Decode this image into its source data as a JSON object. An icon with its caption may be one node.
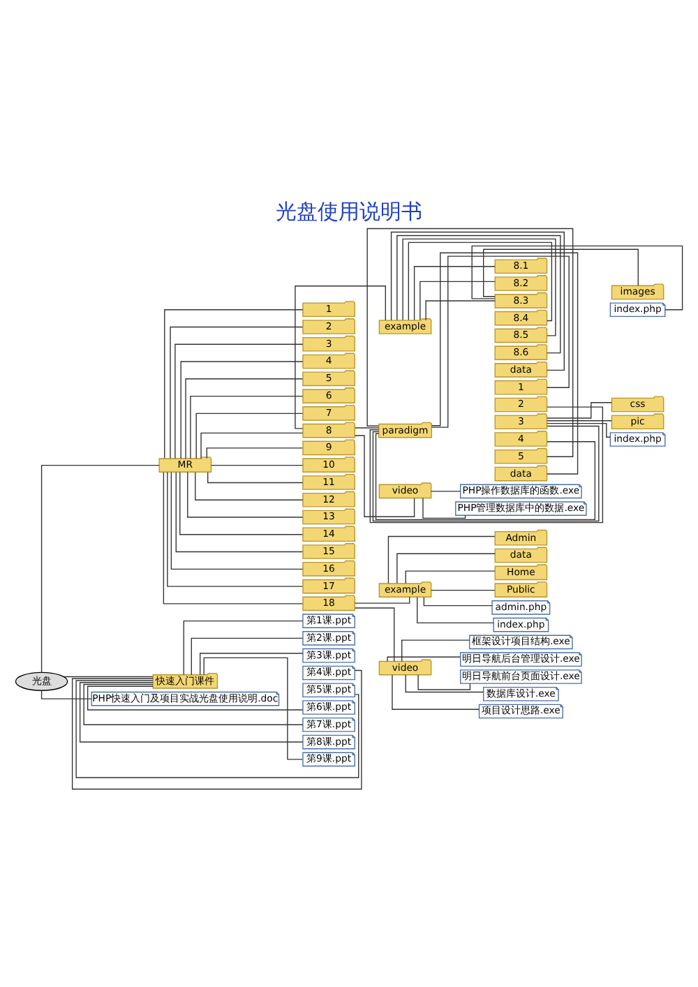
{
  "diagram": {
    "title": "光盘使用说明书",
    "nodes": [
      {
        "text": [
          "光盘"
        ]
      },
      {
        "text": [
          "MR"
        ]
      },
      {
        "text": [
          "1"
        ]
      },
      {
        "text": [
          "2"
        ]
      },
      {
        "text": [
          "3"
        ]
      },
      {
        "text": [
          "4"
        ]
      },
      {
        "text": [
          "5"
        ]
      },
      {
        "text": [
          "6"
        ]
      },
      {
        "text": [
          "7"
        ]
      },
      {
        "text": [
          "8"
        ]
      },
      {
        "text": [
          "9"
        ]
      },
      {
        "text": [
          "10"
        ]
      },
      {
        "text": [
          "11"
        ]
      },
      {
        "text": [
          "12"
        ]
      },
      {
        "text": [
          "13"
        ]
      },
      {
        "text": [
          "14"
        ]
      },
      {
        "text": [
          "15"
        ]
      },
      {
        "text": [
          "16"
        ]
      },
      {
        "text": [
          "17"
        ]
      },
      {
        "text": [
          "18"
        ]
      },
      {
        "text": [
          "example"
        ]
      },
      {
        "text": [
          "paradigm"
        ]
      },
      {
        "text": [
          "video"
        ]
      },
      {
        "text": [
          "8.1"
        ]
      },
      {
        "text": [
          "8.2"
        ]
      },
      {
        "text": [
          "8.3"
        ]
      },
      {
        "text": [
          "8.4"
        ]
      },
      {
        "text": [
          "8.5"
        ]
      },
      {
        "text": [
          "8.6"
        ]
      },
      {
        "text": [
          "data"
        ]
      },
      {
        "text": [
          "images"
        ]
      },
      {
        "text": [
          "index.php"
        ]
      },
      {
        "text": [
          "1"
        ]
      },
      {
        "text": [
          "2"
        ]
      },
      {
        "text": [
          "3"
        ]
      },
      {
        "text": [
          "4"
        ]
      },
      {
        "text": [
          "5"
        ]
      },
      {
        "text": [
          "data"
        ]
      },
      {
        "text": [
          "css"
        ]
      },
      {
        "text": [
          "pic"
        ]
      },
      {
        "text": [
          "index.php"
        ]
      },
      {
        "text": [
          "PHP操作数据库的函数.exe"
        ]
      },
      {
        "text": [
          "PHP管理数据库中的数据.exe"
        ]
      },
      {
        "text": [
          "example"
        ]
      },
      {
        "text": [
          "video"
        ]
      },
      {
        "text": [
          "Admin"
        ]
      },
      {
        "text": [
          "data"
        ]
      },
      {
        "text": [
          "Home"
        ]
      },
      {
        "text": [
          "Public"
        ]
      },
      {
        "text": [
          "admin.php"
        ]
      },
      {
        "text": [
          "index.php"
        ]
      },
      {
        "text": [
          "框架设计项目结构.exe"
        ]
      },
      {
        "text": [
          "明日导航后台管理设计.exe"
        ]
      },
      {
        "text": [
          "明日导航前台页面设计.exe"
        ]
      },
      {
        "text": [
          "数据库设计.exe"
        ]
      },
      {
        "text": [
          "项目设计思路.exe"
        ]
      },
      {
        "text": [
          "快速入门课件"
        ]
      },
      {
        "text": [
          "第1课.ppt"
        ]
      },
      {
        "text": [
          "第2课.ppt"
        ]
      },
      {
        "text": [
          "第3课.ppt"
        ]
      },
      {
        "text": [
          "第4课.ppt"
        ]
      },
      {
        "text": [
          "第5课.ppt"
        ]
      },
      {
        "text": [
          "第6课.ppt"
        ]
      },
      {
        "text": [
          "第7课.ppt"
        ]
      },
      {
        "text": [
          "第8课.ppt"
        ]
      },
      {
        "text": [
          "第9课.ppt"
        ]
      },
      {
        "text": [
          "PHP快速入门及项目实战光盘使用说明.doc"
        ]
      }
    ],
    "edges": [
      {
        "from": 0,
        "to": 1,
        "arrow": "none"
      },
      {
        "from": 1,
        "to": 2,
        "arrow": "none"
      },
      {
        "from": 1,
        "to": 3,
        "arrow": "none"
      },
      {
        "from": 1,
        "to": 4,
        "arrow": "none"
      },
      {
        "from": 1,
        "to": 5,
        "arrow": "none"
      },
      {
        "from": 1,
        "to": 6,
        "arrow": "none"
      },
      {
        "from": 1,
        "to": 7,
        "arrow": "none"
      },
      {
        "from": 1,
        "to": 8,
        "arrow": "none"
      },
      {
        "from": 1,
        "to": 9,
        "arrow": "none"
      },
      {
        "from": 1,
        "to": 10,
        "arrow": "none"
      },
      {
        "from": 1,
        "to": 11,
        "arrow": "none"
      },
      {
        "from": 1,
        "to": 12,
        "arrow": "none"
      },
      {
        "from": 1,
        "to": 13,
        "arrow": "none"
      },
      {
        "from": 1,
        "to": 14,
        "arrow": "none"
      },
      {
        "from": 1,
        "to": 15,
        "arrow": "none"
      },
      {
        "from": 1,
        "to": 16,
        "arrow": "none"
      },
      {
        "from": 1,
        "to": 17,
        "arrow": "none"
      },
      {
        "from": 1,
        "to": 18,
        "arrow": "none"
      },
      {
        "from": 1,
        "to": 19,
        "arrow": "none"
      },
      {
        "from": 9,
        "to": 20,
        "arrow": "none"
      },
      {
        "from": 9,
        "to": 21,
        "arrow": "none"
      },
      {
        "from": 9,
        "to": 22,
        "arrow": "none"
      },
      {
        "from": 20,
        "to": 23,
        "arrow": "none"
      },
      {
        "from": 20,
        "to": 24,
        "arrow": "none"
      },
      {
        "from": 20,
        "to": 25,
        "arrow": "none"
      },
      {
        "from": 20,
        "to": 26,
        "arrow": "none"
      },
      {
        "from": 20,
        "to": 27,
        "arrow": "none"
      },
      {
        "from": 20,
        "to": 28,
        "arrow": "none"
      },
      {
        "from": 20,
        "to": 29,
        "arrow": "none"
      },
      {
        "from": 25,
        "to": 30,
        "arrow": "none"
      },
      {
        "from": 25,
        "to": 31,
        "arrow": "none"
      },
      {
        "from": 21,
        "to": 32,
        "arrow": "none"
      },
      {
        "from": 21,
        "to": 33,
        "arrow": "none"
      },
      {
        "from": 21,
        "to": 34,
        "arrow": "none"
      },
      {
        "from": 21,
        "to": 35,
        "arrow": "none"
      },
      {
        "from": 21,
        "to": 36,
        "arrow": "none"
      },
      {
        "from": 21,
        "to": 37,
        "arrow": "none"
      },
      {
        "from": 34,
        "to": 38,
        "arrow": "none"
      },
      {
        "from": 34,
        "to": 39,
        "arrow": "none"
      },
      {
        "from": 34,
        "to": 40,
        "arrow": "none"
      },
      {
        "from": 22,
        "to": 41,
        "arrow": "none"
      },
      {
        "from": 22,
        "to": 42,
        "arrow": "none"
      },
      {
        "from": 19,
        "to": 43,
        "arrow": "none"
      },
      {
        "from": 19,
        "to": 44,
        "arrow": "none"
      },
      {
        "from": 43,
        "to": 45,
        "arrow": "none"
      },
      {
        "from": 43,
        "to": 46,
        "arrow": "none"
      },
      {
        "from": 43,
        "to": 47,
        "arrow": "none"
      },
      {
        "from": 43,
        "to": 48,
        "arrow": "none"
      },
      {
        "from": 43,
        "to": 49,
        "arrow": "none"
      },
      {
        "from": 43,
        "to": 50,
        "arrow": "none"
      },
      {
        "from": 44,
        "to": 51,
        "arrow": "none"
      },
      {
        "from": 44,
        "to": 52,
        "arrow": "none"
      },
      {
        "from": 44,
        "to": 53,
        "arrow": "none"
      },
      {
        "from": 44,
        "to": 54,
        "arrow": "none"
      },
      {
        "from": 44,
        "to": 55,
        "arrow": "none"
      },
      {
        "from": 0,
        "to": 56,
        "arrow": "none"
      },
      {
        "from": 56,
        "to": 57,
        "arrow": "none"
      },
      {
        "from": 56,
        "to": 58,
        "arrow": "none"
      },
      {
        "from": 56,
        "to": 59,
        "arrow": "none"
      },
      {
        "from": 56,
        "to": 60,
        "arrow": "none"
      },
      {
        "from": 56,
        "to": 61,
        "arrow": "none"
      },
      {
        "from": 56,
        "to": 62,
        "arrow": "none"
      },
      {
        "from": 56,
        "to": 63,
        "arrow": "none"
      },
      {
        "from": 56,
        "to": 64,
        "arrow": "none"
      },
      {
        "from": 56,
        "to": 65,
        "arrow": "none"
      },
      {
        "from": 0,
        "to": 66,
        "arrow": "none"
      }
    ]
  }
}
